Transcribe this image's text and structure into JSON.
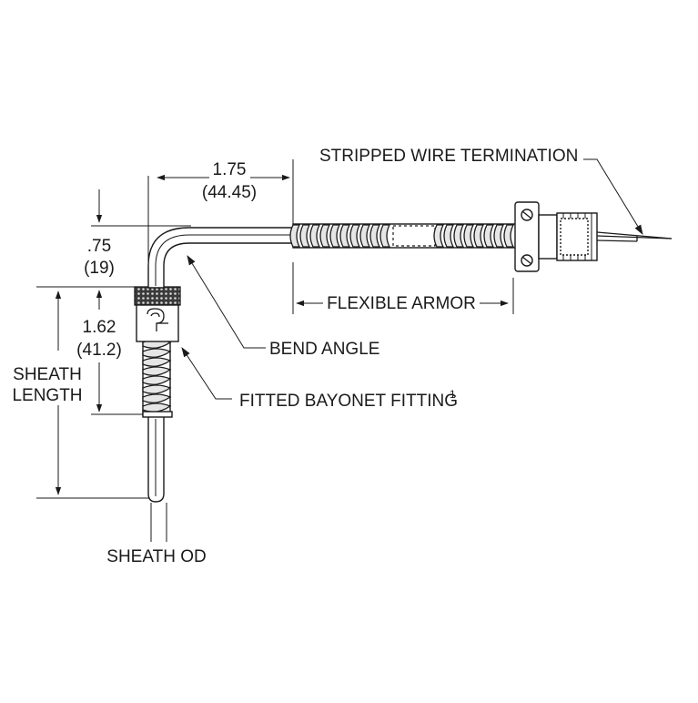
{
  "labels": {
    "stripped_wire": "STRIPPED WIRE TERMINATION",
    "dim_top": "1.75",
    "dim_top_mm": "(44.45)",
    "dim_left_top": ".75",
    "dim_left_top_mm": "(19)",
    "dim_left_mid": "1.62",
    "dim_left_mid_mm": "(41.2)",
    "sheath_length_1": "SHEATH",
    "sheath_length_2": "LENGTH",
    "flexible_armor": "FLEXIBLE ARMOR",
    "bend_angle": "BEND ANGLE",
    "bayonet_fitting": "FITTED BAYONET FITTING",
    "bayonet_footnote": "1",
    "sheath_od": "SHEATH OD"
  }
}
